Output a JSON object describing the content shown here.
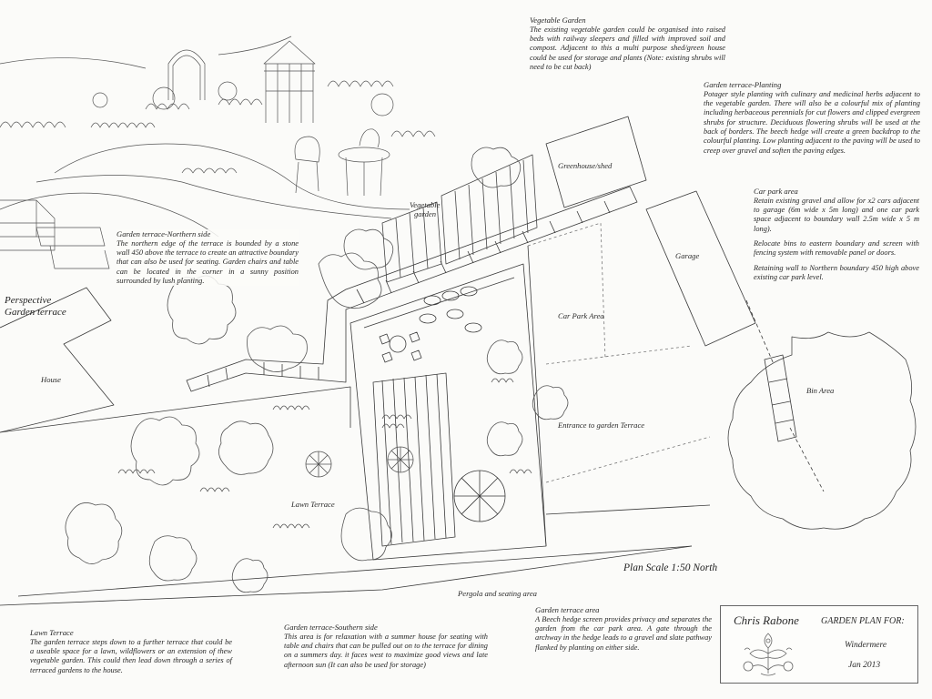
{
  "notes": {
    "vegetable_garden": {
      "heading": "Vegetable Garden",
      "body": "The existing vegetable garden could be organised into raised beds with railway sleepers and filled with improved soil and compost.  Adjacent to this a multi purpose shed/green house could be used for storage and plants (Note: existing shrubs will need to be cut back)"
    },
    "terrace_planting": {
      "heading": "Garden terrace-Planting",
      "body": "Potager style planting with culinary and medicinal herbs adjacent to the vegetable garden.  There will also be a colourful mix of planting including herbaceous perennials  for cut flowers and clipped evergreen shrubs for structure. Deciduous flowering shrubs will be used at the back of borders. The beech hedge will create a green backdrop to the colourful planting.   Low planting adjacent to the paving will be used to creep over gravel and soften the paving edges."
    },
    "car_park": {
      "heading": "Car park area",
      "p1": "Retain existing gravel and allow for x2 cars adjacent to garage (6m wide x 5m long) and one car park space adjacent to boundary wall 2.5m wide x 5 m long).",
      "p2": "Relocate bins to eastern boundary and screen with fencing system with removable panel or doors.",
      "p3": "Retaining wall to Northern boundary 450 high above existing car park level."
    },
    "northern_side": {
      "heading": "Garden terrace-Northern side",
      "body": "The northern edge of the terrace is bounded by a stone wall 450 above the terrace to create an attractive boundary that can also be used for seating. Garden chairs and table can be located in the corner in a sunny position surrounded by lush planting."
    },
    "lawn_terrace": {
      "heading": "Lawn Terrace",
      "body": "The garden terrace steps down to a further terrace that could be a useable space for a lawn, wildflowers or an extension of thew vegetable garden.  This could then lead down through a series of terraced gardens to the house."
    },
    "southern_side": {
      "heading": "Garden terrace-Southern side",
      "body": "This area is for relaxation with a summer house for  seating with table and chairs that can be pulled out on to the terrace for dining on a summers day. it faces west to maximize good views and late afternoon sun (It can also be used for storage)"
    },
    "terrace_area": {
      "heading": "Garden terrace area",
      "body": "A Beech hedge screen provides privacy and separates the garden from the car park area.  A gate through the archway in the hedge leads to a gravel and slate pathway flanked by planting on either side."
    }
  },
  "labels": {
    "greenhouse": "Greenhouse/shed",
    "garage": "Garage",
    "vegetable": "Vegetable",
    "vegetable2": "garden",
    "car_park_area": "Car Park Area",
    "entrance": "Entrance to garden Terrace",
    "bin_area": "Bin Area",
    "house": "House",
    "lawn_terrace": "Lawn Terrace",
    "pergola": "Pergola and seating area",
    "scale": "Plan Scale 1:50 North",
    "perspective": "Perspective",
    "perspective2": "Garden terrace"
  },
  "title_block": {
    "designer": "Chris Rabone",
    "garden_plan_for": "GARDEN PLAN FOR:",
    "site": "Windermere",
    "date": "Jan 2013"
  }
}
